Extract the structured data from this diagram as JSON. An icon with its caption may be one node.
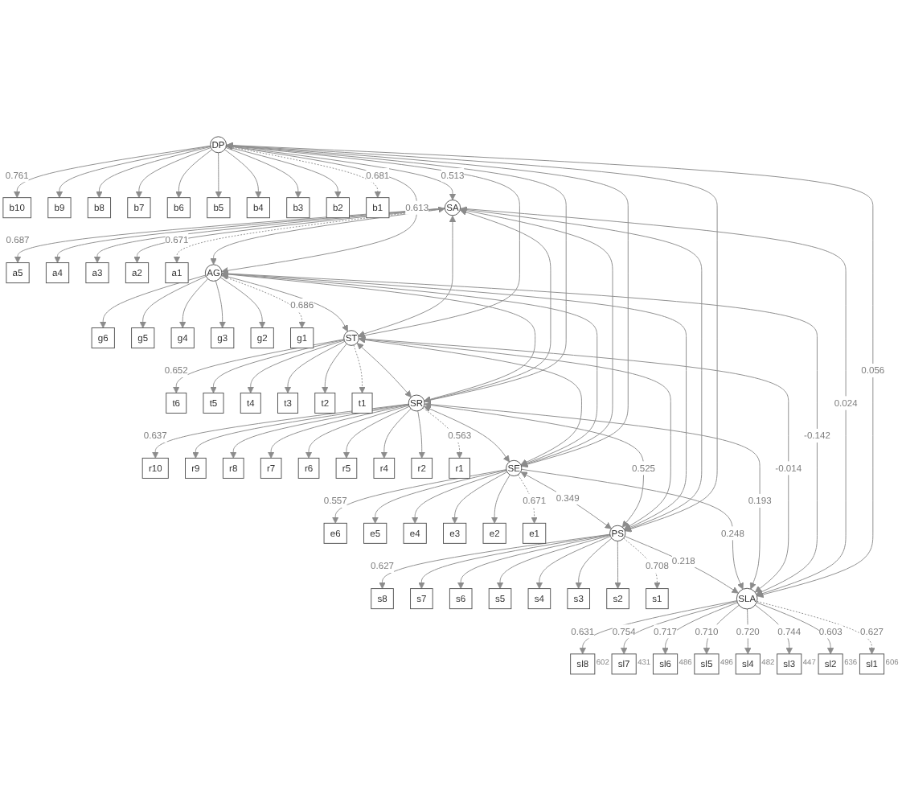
{
  "diagram": {
    "nodes": [
      {
        "text": [
          "b10"
        ]
      },
      {
        "text": [
          "b9"
        ]
      },
      {
        "text": [
          "b8"
        ]
      },
      {
        "text": [
          "b7"
        ]
      },
      {
        "text": [
          "b6"
        ]
      },
      {
        "text": [
          "b5"
        ]
      },
      {
        "text": [
          "b4"
        ]
      },
      {
        "text": [
          "b3"
        ]
      },
      {
        "text": [
          "b2"
        ]
      },
      {
        "text": [
          "b1"
        ]
      },
      {
        "text": [
          "a5"
        ]
      },
      {
        "text": [
          "a4"
        ]
      },
      {
        "text": [
          "a3"
        ]
      },
      {
        "text": [
          "a2"
        ]
      },
      {
        "text": [
          "a1"
        ]
      },
      {
        "text": [
          "g6"
        ]
      },
      {
        "text": [
          "g5"
        ]
      },
      {
        "text": [
          "g4"
        ]
      },
      {
        "text": [
          "g3"
        ]
      },
      {
        "text": [
          "g2"
        ]
      },
      {
        "text": [
          "g1"
        ]
      },
      {
        "text": [
          "t6"
        ]
      },
      {
        "text": [
          "t5"
        ]
      },
      {
        "text": [
          "t4"
        ]
      },
      {
        "text": [
          "t3"
        ]
      },
      {
        "text": [
          "t2"
        ]
      },
      {
        "text": [
          "t1"
        ]
      },
      {
        "text": [
          "r10"
        ]
      },
      {
        "text": [
          "r9"
        ]
      },
      {
        "text": [
          "r8"
        ]
      },
      {
        "text": [
          "r7"
        ]
      },
      {
        "text": [
          "r6"
        ]
      },
      {
        "text": [
          "r5"
        ]
      },
      {
        "text": [
          "r4"
        ]
      },
      {
        "text": [
          "r2"
        ]
      },
      {
        "text": [
          "r1"
        ]
      },
      {
        "text": [
          "e6"
        ]
      },
      {
        "text": [
          "e5"
        ]
      },
      {
        "text": [
          "e4"
        ]
      },
      {
        "text": [
          "e3"
        ]
      },
      {
        "text": [
          "e2"
        ]
      },
      {
        "text": [
          "e1"
        ]
      },
      {
        "text": [
          "s8"
        ]
      },
      {
        "text": [
          "s7"
        ]
      },
      {
        "text": [
          "s6"
        ]
      },
      {
        "text": [
          "s5"
        ]
      },
      {
        "text": [
          "s4"
        ]
      },
      {
        "text": [
          "s3"
        ]
      },
      {
        "text": [
          "s2"
        ]
      },
      {
        "text": [
          "s1"
        ]
      },
      {
        "text": [
          "DP"
        ]
      },
      {
        "text": [
          "SA"
        ]
      },
      {
        "text": [
          "AG"
        ]
      },
      {
        "text": [
          "ST"
        ]
      },
      {
        "text": [
          "SR"
        ]
      },
      {
        "text": [
          "SE"
        ]
      },
      {
        "text": [
          "PS"
        ]
      },
      {
        "text": [
          "SLA"
        ]
      },
      {
        "text": [
          "sl8"
        ],
        "beside": [
          "602"
        ]
      },
      {
        "text": [
          "sl7"
        ],
        "beside": [
          "431"
        ]
      },
      {
        "text": [
          "sl6"
        ],
        "beside": [
          "486"
        ]
      },
      {
        "text": [
          "sl5"
        ],
        "beside": [
          "496"
        ]
      },
      {
        "text": [
          "sl4"
        ],
        "beside": [
          "482"
        ]
      },
      {
        "text": [
          "sl3"
        ],
        "beside": [
          "447"
        ]
      },
      {
        "text": [
          "sl2"
        ],
        "beside": [
          "636"
        ]
      },
      {
        "text": [
          "sl1"
        ],
        "beside": [
          "606"
        ]
      }
    ],
    "edges": [
      {
        "from": 50,
        "to": 0,
        "arrow": "to",
        "label": "0.761"
      },
      {
        "from": 50,
        "to": 1,
        "arrow": "to"
      },
      {
        "from": 50,
        "to": 2,
        "arrow": "to"
      },
      {
        "from": 50,
        "to": 3,
        "arrow": "to"
      },
      {
        "from": 50,
        "to": 4,
        "arrow": "to"
      },
      {
        "from": 50,
        "to": 5,
        "arrow": "to"
      },
      {
        "from": 50,
        "to": 6,
        "arrow": "to"
      },
      {
        "from": 50,
        "to": 7,
        "arrow": "to"
      },
      {
        "from": 50,
        "to": 8,
        "arrow": "to"
      },
      {
        "from": 50,
        "to": 9,
        "arrow": "to",
        "label": "0.681",
        "style": "dashed"
      },
      {
        "from": 51,
        "to": 10,
        "arrow": "to",
        "label": "0.687"
      },
      {
        "from": 51,
        "to": 11,
        "arrow": "to"
      },
      {
        "from": 51,
        "to": 12,
        "arrow": "to"
      },
      {
        "from": 51,
        "to": 13,
        "arrow": "to"
      },
      {
        "from": 51,
        "to": 14,
        "arrow": "to",
        "label": "0.671",
        "style": "dashed"
      },
      {
        "from": 52,
        "to": 15,
        "arrow": "to"
      },
      {
        "from": 52,
        "to": 16,
        "arrow": "to"
      },
      {
        "from": 52,
        "to": 17,
        "arrow": "to"
      },
      {
        "from": 52,
        "to": 18,
        "arrow": "to"
      },
      {
        "from": 52,
        "to": 19,
        "arrow": "to"
      },
      {
        "from": 52,
        "to": 20,
        "arrow": "to",
        "label": "0.686",
        "style": "dashed"
      },
      {
        "from": 53,
        "to": 21,
        "arrow": "to",
        "label": "0.652"
      },
      {
        "from": 53,
        "to": 22,
        "arrow": "to"
      },
      {
        "from": 53,
        "to": 23,
        "arrow": "to"
      },
      {
        "from": 53,
        "to": 24,
        "arrow": "to"
      },
      {
        "from": 53,
        "to": 25,
        "arrow": "to"
      },
      {
        "from": 53,
        "to": 26,
        "arrow": "to",
        "style": "dashed"
      },
      {
        "from": 54,
        "to": 27,
        "arrow": "to",
        "label": "0.637"
      },
      {
        "from": 54,
        "to": 28,
        "arrow": "to"
      },
      {
        "from": 54,
        "to": 29,
        "arrow": "to"
      },
      {
        "from": 54,
        "to": 30,
        "arrow": "to"
      },
      {
        "from": 54,
        "to": 31,
        "arrow": "to"
      },
      {
        "from": 54,
        "to": 32,
        "arrow": "to"
      },
      {
        "from": 54,
        "to": 33,
        "arrow": "to"
      },
      {
        "from": 54,
        "to": 34,
        "arrow": "to"
      },
      {
        "from": 54,
        "to": 35,
        "arrow": "to",
        "label": "0.563",
        "style": "dashed"
      },
      {
        "from": 55,
        "to": 36,
        "arrow": "to",
        "label": "0.557"
      },
      {
        "from": 55,
        "to": 37,
        "arrow": "to"
      },
      {
        "from": 55,
        "to": 38,
        "arrow": "to"
      },
      {
        "from": 55,
        "to": 39,
        "arrow": "to"
      },
      {
        "from": 55,
        "to": 40,
        "arrow": "to"
      },
      {
        "from": 55,
        "to": 41,
        "arrow": "to",
        "label": "0.671",
        "style": "dashed"
      },
      {
        "from": 56,
        "to": 42,
        "arrow": "to",
        "label": "0.627"
      },
      {
        "from": 56,
        "to": 43,
        "arrow": "to"
      },
      {
        "from": 56,
        "to": 44,
        "arrow": "to"
      },
      {
        "from": 56,
        "to": 45,
        "arrow": "to"
      },
      {
        "from": 56,
        "to": 46,
        "arrow": "to"
      },
      {
        "from": 56,
        "to": 47,
        "arrow": "to"
      },
      {
        "from": 56,
        "to": 48,
        "arrow": "to"
      },
      {
        "from": 56,
        "to": 49,
        "arrow": "to",
        "label": "0.708",
        "style": "dashed"
      },
      {
        "from": 50,
        "to": 51,
        "arrow": "both",
        "label": "0.513"
      },
      {
        "from": 50,
        "to": 52,
        "arrow": "both",
        "label": "0.613"
      },
      {
        "from": 50,
        "to": 53,
        "arrow": "both"
      },
      {
        "from": 50,
        "to": 54,
        "arrow": "both"
      },
      {
        "from": 50,
        "to": 55,
        "arrow": "both"
      },
      {
        "from": 50,
        "to": 56,
        "arrow": "both"
      },
      {
        "from": 51,
        "to": 52,
        "arrow": "both"
      },
      {
        "from": 51,
        "to": 53,
        "arrow": "both"
      },
      {
        "from": 51,
        "to": 54,
        "arrow": "both"
      },
      {
        "from": 51,
        "to": 55,
        "arrow": "both"
      },
      {
        "from": 51,
        "to": 56,
        "arrow": "both"
      },
      {
        "from": 52,
        "to": 53,
        "arrow": "both"
      },
      {
        "from": 52,
        "to": 54,
        "arrow": "both"
      },
      {
        "from": 52,
        "to": 55,
        "arrow": "both"
      },
      {
        "from": 52,
        "to": 56,
        "arrow": "both"
      },
      {
        "from": 53,
        "to": 54,
        "arrow": "both"
      },
      {
        "from": 53,
        "to": 55,
        "arrow": "both"
      },
      {
        "from": 53,
        "to": 56,
        "arrow": "both"
      },
      {
        "from": 54,
        "to": 55,
        "arrow": "both"
      },
      {
        "from": 54,
        "to": 56,
        "arrow": "both",
        "label": "0.525"
      },
      {
        "from": 55,
        "to": 56,
        "arrow": "both",
        "label": "0.349"
      },
      {
        "from": 50,
        "to": 57,
        "arrow": "to",
        "label": "0.056"
      },
      {
        "from": 51,
        "to": 57,
        "arrow": "to",
        "label": "0.024"
      },
      {
        "from": 52,
        "to": 57,
        "arrow": "to",
        "label": "-0.142"
      },
      {
        "from": 53,
        "to": 57,
        "arrow": "to",
        "label": "-0.014"
      },
      {
        "from": 54,
        "to": 57,
        "arrow": "to",
        "label": "0.193"
      },
      {
        "from": 55,
        "to": 57,
        "arrow": "to",
        "label": "0.248"
      },
      {
        "from": 56,
        "to": 57,
        "arrow": "to",
        "label": "0.218"
      },
      {
        "from": 57,
        "to": 58,
        "arrow": "to",
        "label": "0.631"
      },
      {
        "from": 57,
        "to": 59,
        "arrow": "to",
        "label": "0.754"
      },
      {
        "from": 57,
        "to": 60,
        "arrow": "to",
        "label": "0.717"
      },
      {
        "from": 57,
        "to": 61,
        "arrow": "to",
        "label": "0.710"
      },
      {
        "from": 57,
        "to": 62,
        "arrow": "to",
        "label": "0.720"
      },
      {
        "from": 57,
        "to": 63,
        "arrow": "to",
        "label": "0.744"
      },
      {
        "from": 57,
        "to": 64,
        "arrow": "to",
        "label": "0.603"
      },
      {
        "from": 57,
        "to": 65,
        "arrow": "to",
        "label": "0.627",
        "style": "dashed"
      }
    ]
  }
}
